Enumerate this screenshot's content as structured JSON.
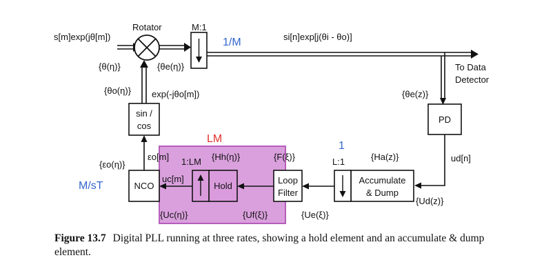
{
  "diagram": {
    "input_signal": "s[m]exp(jθ[m])",
    "input_phase": "{θ(η)}",
    "rotator_label": "Rotator",
    "rotator_phase_error": "{θe(η)}",
    "decimator_label": "M:1",
    "rate_high": "1/M",
    "output_signal": "si[n]exp[j(θi - θo)]",
    "to_data_detector_line1": "To Data",
    "to_data_detector_line2": "Detector",
    "pd_label": "PD",
    "pd_input_phase": "{θe(z)}",
    "pd_output": "ud[n]",
    "nco_phase_out": "{θo(η)}",
    "feedback_exp": "exp(-jθo[m])",
    "sincos_line1": "sin /",
    "sincos_line2": "cos",
    "nco_label": "NCO",
    "nco_rate": "M/sT",
    "nco_epsilon": "{εo(η)}",
    "nco_epsilon_samples": "εo[m]",
    "lm_rate": "LM",
    "interp_label": "1:LM",
    "hold_transfer": "{Hh(η)}",
    "hold_label": "Hold",
    "uc_samples": "uc[m]",
    "uc_transform": "{Uc(η)}",
    "uf_transform": "{Uf(ξ)}",
    "loop_filter_transfer": "{F(ξ)}",
    "loop_filter_line1": "Loop",
    "loop_filter_line2": "Filter",
    "ue_transform": "{Ue(ξ)}",
    "rate_one": "1",
    "decim_l_label": "L:1",
    "accum_transfer": "{Ha(z)}",
    "accum_line1": "Accumulate",
    "accum_line2": "& Dump",
    "ud_transform": "{Ud(z)}"
  },
  "caption": {
    "figure_number": "Figure 13.7",
    "text": "Digital PLL running at three rates, showing a hold element and an accumulate & dump element."
  },
  "colors": {
    "highlight_fill": "#d99bdc",
    "highlight_border": "#b356b8",
    "blue_label": "#3366cc",
    "red_label": "#e0302a"
  }
}
